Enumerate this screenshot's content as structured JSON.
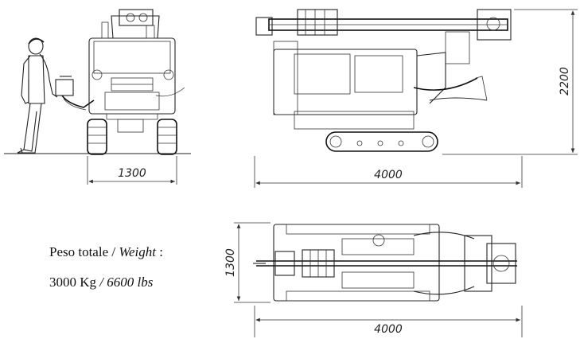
{
  "dimensions": {
    "front_width": "1300",
    "side_length": "4000",
    "height": "2200",
    "top_width": "1300",
    "top_length": "4000"
  },
  "weight": {
    "label_it": "Peso totale",
    "separator": " / ",
    "label_en": "Weight",
    "colon": " :",
    "value_kg": "3000 Kg",
    "value_sep": " / ",
    "value_lbs": "6600 lbs"
  }
}
